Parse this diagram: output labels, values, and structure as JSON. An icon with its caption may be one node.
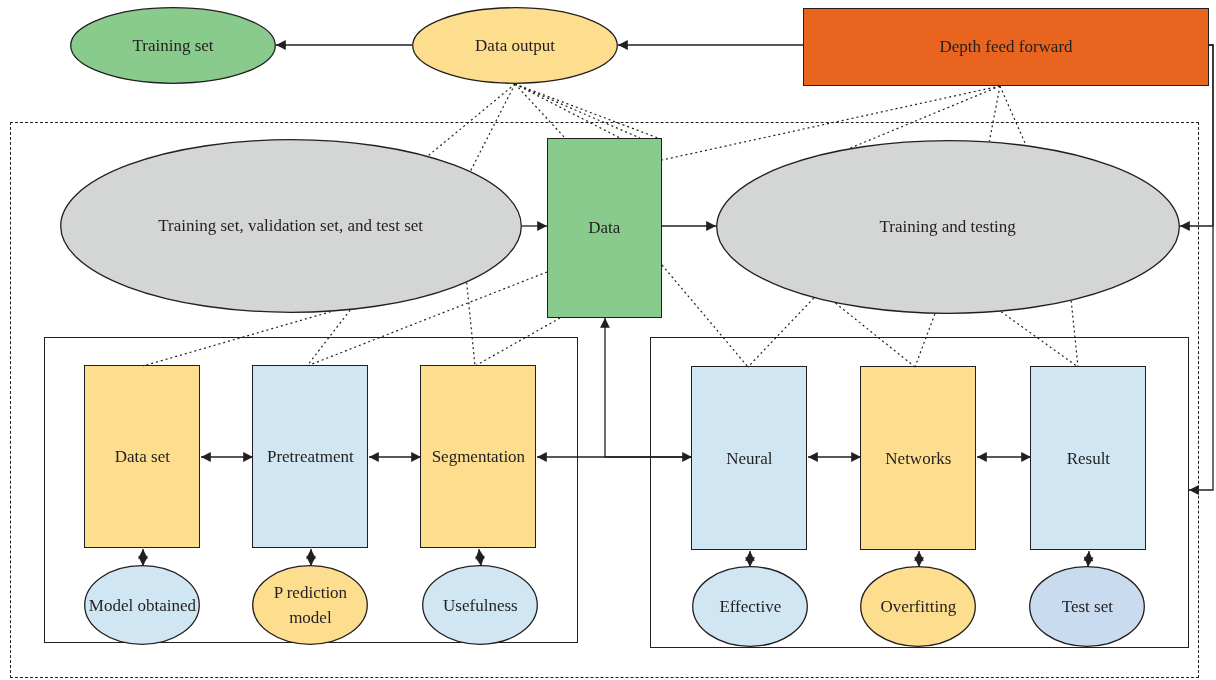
{
  "diagram": {
    "nodes": [
      {
        "text": [
          "Training set"
        ]
      },
      {
        "text": [
          "Data output"
        ]
      },
      {
        "text": [
          "Depth feed forward"
        ]
      },
      {
        "text": [],
        "shape": "box"
      },
      {
        "text": [
          "Training set, validation set, and test set"
        ],
        "in": 3
      },
      {
        "text": [
          "Data"
        ],
        "in": 3
      },
      {
        "text": [
          "Training and testing"
        ],
        "in": 3
      },
      {
        "text": [],
        "shape": "box",
        "in": 3
      },
      {
        "text": [
          "Data set"
        ],
        "in": 7
      },
      {
        "text": [
          "Pretreatment"
        ],
        "in": 7
      },
      {
        "text": [
          "Segmentation"
        ],
        "in": 7
      },
      {
        "text": [
          "Model obtained"
        ],
        "in": 7
      },
      {
        "text": [
          "P rediction model"
        ],
        "in": 7
      },
      {
        "text": [
          "Usefulness"
        ],
        "in": 7
      },
      {
        "text": [],
        "shape": "box",
        "in": 3
      },
      {
        "text": [
          "Neural"
        ],
        "in": 14
      },
      {
        "text": [
          "Networks"
        ],
        "in": 14
      },
      {
        "text": [
          "Result"
        ],
        "in": 14
      },
      {
        "text": [
          "Effective"
        ],
        "in": 14
      },
      {
        "text": [
          "Overfitting"
        ],
        "in": 14
      },
      {
        "text": [
          "Test set"
        ],
        "in": 14
      }
    ],
    "edges": [
      {
        "from": 1,
        "to": 0,
        "arrow": "to"
      },
      {
        "from": 2,
        "to": 1,
        "arrow": "to"
      },
      {
        "from": 2,
        "to": 6,
        "arrow": "to"
      },
      {
        "from": 2,
        "to": 14,
        "arrow": "to"
      },
      {
        "from": 4,
        "to": 5,
        "arrow": "to"
      },
      {
        "from": 5,
        "to": 6,
        "arrow": "to"
      },
      {
        "from": 8,
        "to": 9,
        "arrow": "both"
      },
      {
        "from": 9,
        "to": 10,
        "arrow": "both"
      },
      {
        "from": 10,
        "to": 15,
        "arrow": "both"
      },
      {
        "from": 15,
        "to": 5,
        "arrow": "to"
      },
      {
        "from": 15,
        "to": 16,
        "arrow": "both"
      },
      {
        "from": 16,
        "to": 17,
        "arrow": "both"
      },
      {
        "from": 11,
        "to": 8,
        "arrow": "both"
      },
      {
        "from": 12,
        "to": 9,
        "arrow": "both"
      },
      {
        "from": 13,
        "to": 10,
        "arrow": "both"
      },
      {
        "from": 18,
        "to": 15,
        "arrow": "both"
      },
      {
        "from": 19,
        "to": 16,
        "arrow": "both"
      },
      {
        "from": 20,
        "to": 17,
        "arrow": "both"
      },
      {
        "from": 1,
        "to": 4,
        "arrow": "none",
        "style": "dashed"
      },
      {
        "from": 1,
        "to": 4,
        "arrow": "none",
        "style": "dashed"
      },
      {
        "from": 1,
        "to": 5,
        "arrow": "none",
        "style": "dashed"
      },
      {
        "from": 1,
        "to": 5,
        "arrow": "none",
        "style": "dashed"
      },
      {
        "from": 1,
        "to": 5,
        "arrow": "none",
        "style": "dashed"
      },
      {
        "from": 1,
        "to": 5,
        "arrow": "none",
        "style": "dashed"
      },
      {
        "from": 2,
        "to": 5,
        "arrow": "none",
        "style": "dashed"
      },
      {
        "from": 2,
        "to": 6,
        "arrow": "none",
        "style": "dashed"
      },
      {
        "from": 2,
        "to": 6,
        "arrow": "none",
        "style": "dashed"
      },
      {
        "from": 2,
        "to": 6,
        "arrow": "none",
        "style": "dashed"
      },
      {
        "from": 4,
        "to": 8,
        "arrow": "none",
        "style": "dashed"
      },
      {
        "from": 4,
        "to": 9,
        "arrow": "none",
        "style": "dashed"
      },
      {
        "from": 4,
        "to": 10,
        "arrow": "none",
        "style": "dashed"
      },
      {
        "from": 5,
        "to": 9,
        "arrow": "none",
        "style": "dashed"
      },
      {
        "from": 5,
        "to": 10,
        "arrow": "none",
        "style": "dashed"
      },
      {
        "from": 5,
        "to": 15,
        "arrow": "none",
        "style": "dashed"
      },
      {
        "from": 6,
        "to": 15,
        "arrow": "none",
        "style": "dashed"
      },
      {
        "from": 6,
        "to": 16,
        "arrow": "none",
        "style": "dashed"
      },
      {
        "from": 6,
        "to": 16,
        "arrow": "none",
        "style": "dashed"
      },
      {
        "from": 6,
        "to": 17,
        "arrow": "none",
        "style": "dashed"
      },
      {
        "from": 6,
        "to": 17,
        "arrow": "none",
        "style": "dashed"
      }
    ]
  }
}
